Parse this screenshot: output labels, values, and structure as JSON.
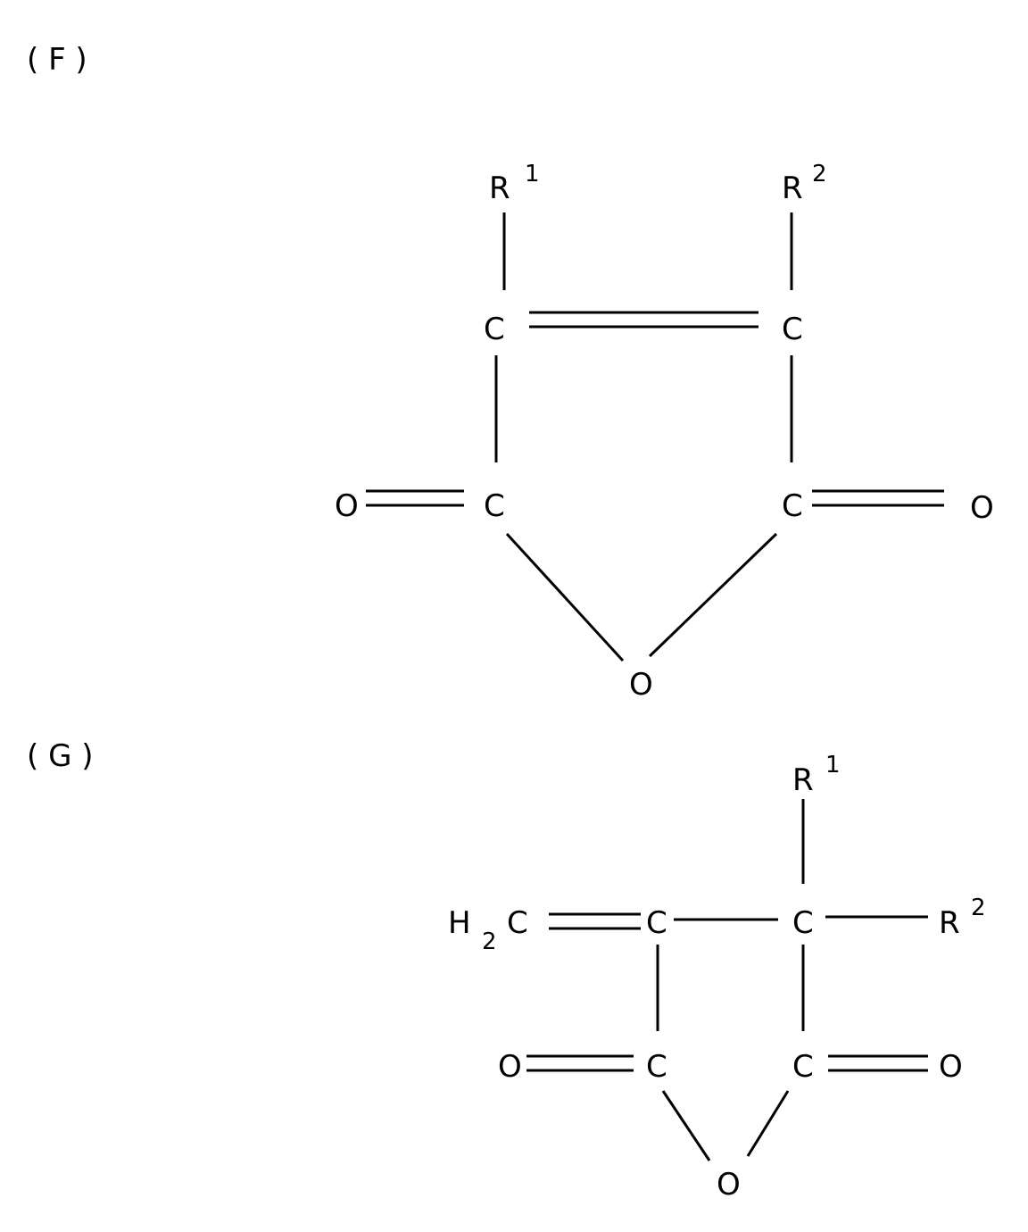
{
  "figures": [
    {
      "id": "F",
      "label": "( F )",
      "atoms": {
        "r1": {
          "symbol": "R",
          "sup": "1"
        },
        "r2": {
          "symbol": "R",
          "sup": "2"
        },
        "c_top_left": {
          "symbol": "C"
        },
        "c_top_right": {
          "symbol": "C"
        },
        "c_bottom_left": {
          "symbol": "C"
        },
        "c_bottom_right": {
          "symbol": "C"
        },
        "o_left": {
          "symbol": "O"
        },
        "o_right": {
          "symbol": "O"
        },
        "o_ring": {
          "symbol": "O"
        }
      }
    },
    {
      "id": "G",
      "label": "( G )",
      "atoms": {
        "h2c": {
          "symbol": "H",
          "sub": "2",
          "tail": "C"
        },
        "c_alkene": {
          "symbol": "C"
        },
        "c_quat": {
          "symbol": "C"
        },
        "r1": {
          "symbol": "R",
          "sup": "1"
        },
        "r2": {
          "symbol": "R",
          "sup": "2"
        },
        "c_bottom_left": {
          "symbol": "C"
        },
        "c_bottom_right": {
          "symbol": "C"
        },
        "o_left": {
          "symbol": "O"
        },
        "o_right": {
          "symbol": "O"
        },
        "o_ring": {
          "symbol": "O"
        }
      }
    }
  ]
}
